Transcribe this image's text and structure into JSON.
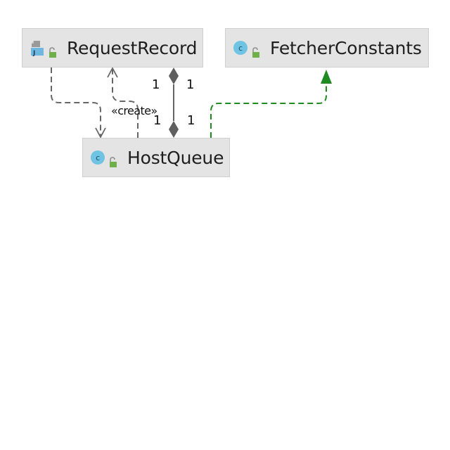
{
  "nodes": {
    "request_record": {
      "name": "RequestRecord",
      "kind_icon": "java-file-icon",
      "access_icon": "open-lock-icon"
    },
    "fetcher_constants": {
      "name": "FetcherConstants",
      "kind_icon": "class-icon",
      "kind_letter": "c",
      "access_icon": "open-lock-icon"
    },
    "host_queue": {
      "name": "HostQueue",
      "kind_icon": "class-icon",
      "kind_letter": "c",
      "access_icon": "open-lock-icon"
    }
  },
  "edges": {
    "create_label": "«create»",
    "composition_multiplicities": {
      "top_left": "1",
      "top_right": "1",
      "bottom_left": "1",
      "bottom_right": "1"
    }
  },
  "colors": {
    "node_fill": "#e4e4e4",
    "node_border": "#cfcfcf",
    "class_icon": "#6fc3e3",
    "lock_icon": "#6fb04a",
    "dependency_line": "#666666",
    "inheritance_line": "#1f8a1f",
    "composition_line": "#666666"
  }
}
